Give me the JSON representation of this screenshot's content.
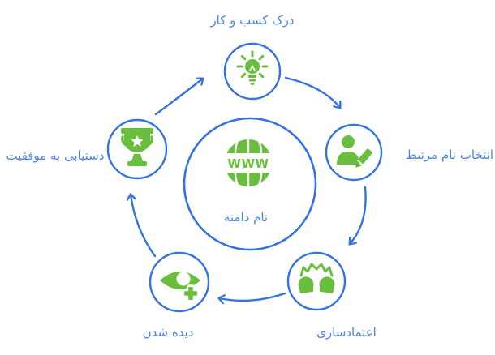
{
  "diagram": {
    "flow_direction": "clockwise",
    "colors": {
      "accent_blue": "#3373e3",
      "label_blue": "#4f86e3",
      "icon_green": "#6abe3e",
      "background": "#ffffff"
    },
    "center": {
      "label": "نام دامنه",
      "icon": "globe-www-icon",
      "globe_text": "WWW"
    },
    "nodes": [
      {
        "position": "top",
        "label": "درک کسب و کار",
        "icon": "lightbulb-icon"
      },
      {
        "position": "right",
        "label": "انتخاب نام مرتبط",
        "icon": "person-pencil-icon"
      },
      {
        "position": "bottom-right",
        "label": "اعتمادسازی",
        "icon": "two-people-trust-icon"
      },
      {
        "position": "bottom-left",
        "label": "دیده شدن",
        "icon": "eye-plus-icon"
      },
      {
        "position": "left",
        "label": "دستیابی به موفقیت",
        "icon": "trophy-icon"
      }
    ]
  }
}
